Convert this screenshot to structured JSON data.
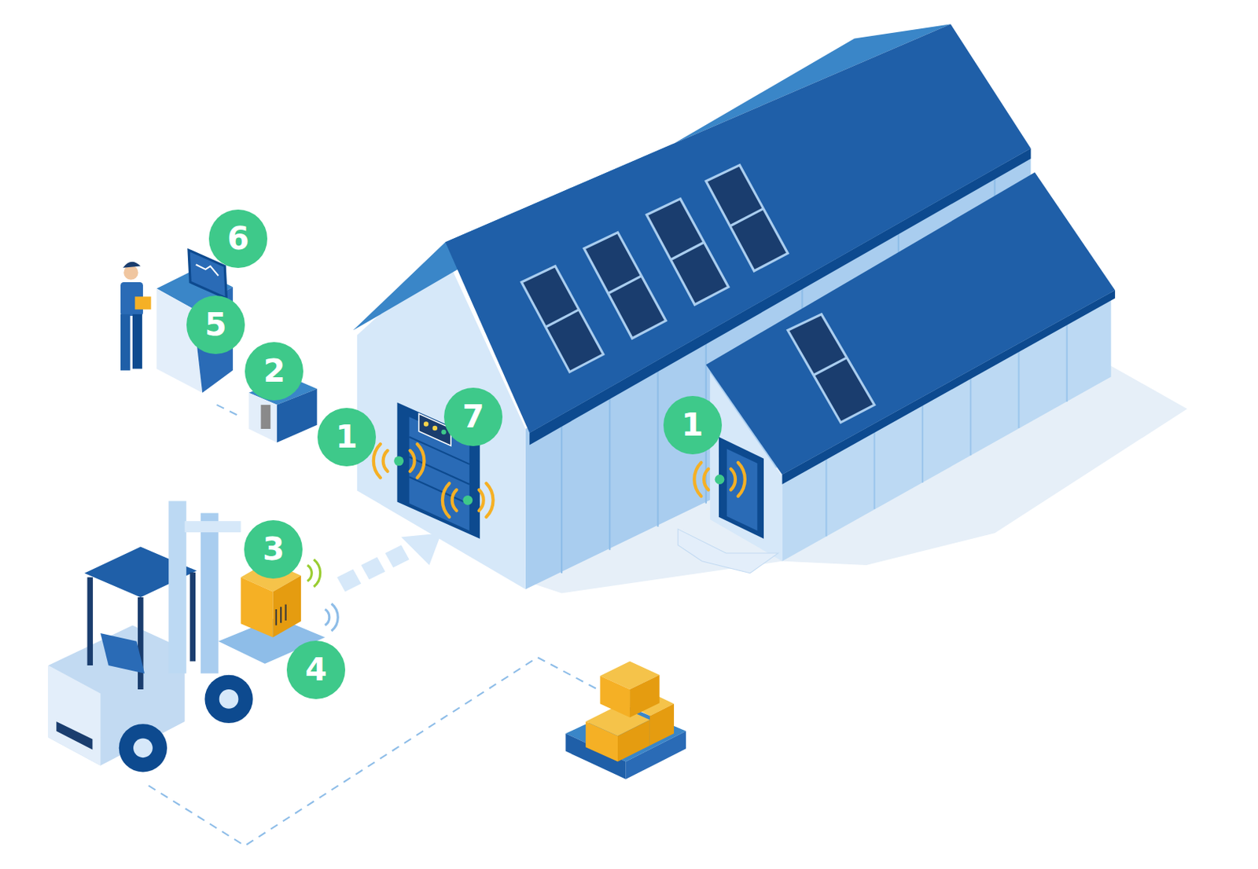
{
  "diagram": {
    "labels": [
      "6",
      "5",
      "2",
      "7",
      "1",
      "1",
      "3",
      "4"
    ]
  }
}
